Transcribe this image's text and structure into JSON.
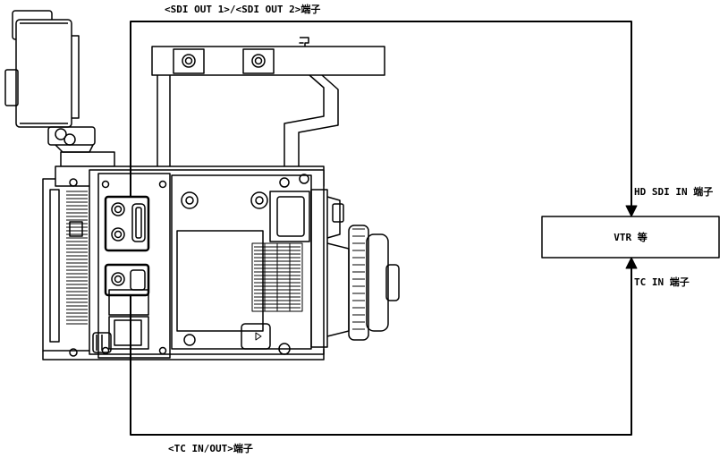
{
  "labels": {
    "sdi_out": "<SDI OUT 1>/<SDI OUT 2>端子",
    "tc_inout": "<TC IN/OUT>端子",
    "hd_sdi_in": "HD SDI IN 端子",
    "tc_in": "TC IN 端子",
    "vtr": "VTR 等"
  }
}
